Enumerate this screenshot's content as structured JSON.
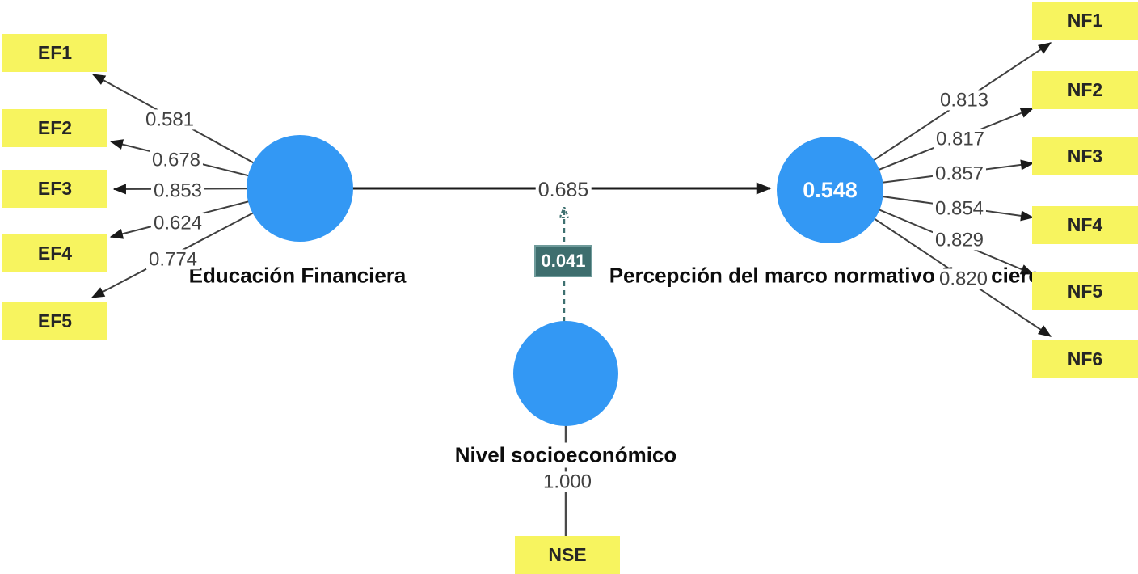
{
  "diagram": {
    "latents": {
      "educacion_financiera": {
        "label": "Educación Financiera"
      },
      "percepcion_marco_normativo": {
        "label": "Percepción del marco normativo financiero",
        "r2_value": "0.548"
      },
      "nivel_socioeconomico": {
        "label": "Nivel socioeconómico"
      }
    },
    "indicators": {
      "ef": [
        {
          "label": "EF1",
          "loading": "0.581"
        },
        {
          "label": "EF2",
          "loading": "0.678"
        },
        {
          "label": "EF3",
          "loading": "0.853"
        },
        {
          "label": "EF4",
          "loading": "0.624"
        },
        {
          "label": "EF5",
          "loading": "0.774"
        }
      ],
      "nf": [
        {
          "label": "NF1",
          "loading": "0.813"
        },
        {
          "label": "NF2",
          "loading": "0.817"
        },
        {
          "label": "NF3",
          "loading": "0.857"
        },
        {
          "label": "NF4",
          "loading": "0.854"
        },
        {
          "label": "NF5",
          "loading": "0.829"
        },
        {
          "label": "NF6",
          "loading": "0.820"
        }
      ],
      "nse": {
        "label": "NSE",
        "loading": "1.000"
      }
    },
    "paths": {
      "main": {
        "value": "0.685"
      },
      "moderation": {
        "value": "0.041"
      }
    },
    "colors": {
      "indicator_fill": "#f7f45f",
      "latent_fill": "#3398f4",
      "moderation_fill": "#3e6e6e",
      "moderation_border": "#6f9b9b",
      "moderation_line": "#3e7070",
      "line": "#3f3f3f",
      "main_line": "#1a1a1a"
    }
  }
}
